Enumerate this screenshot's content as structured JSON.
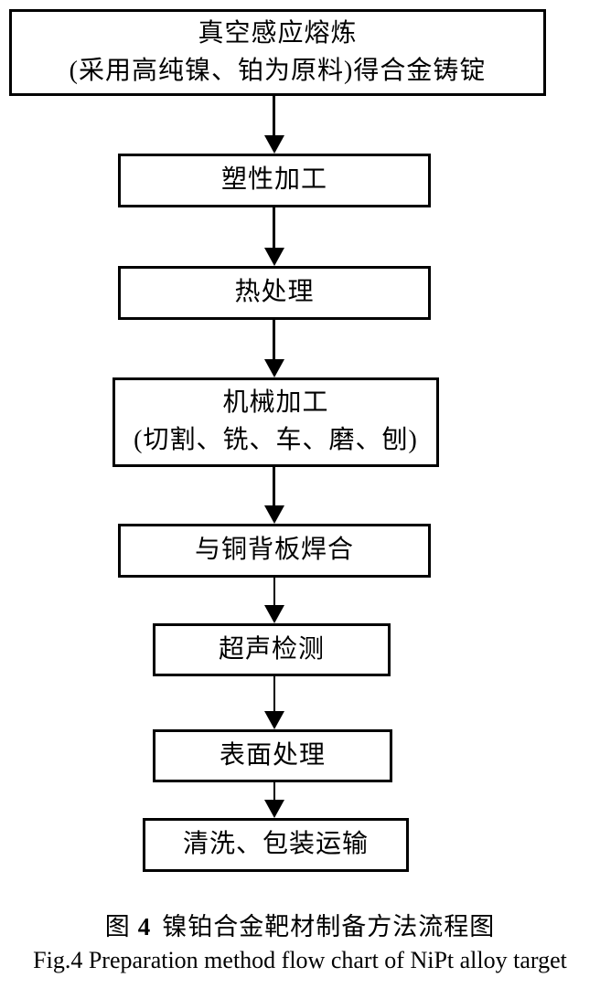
{
  "figure": {
    "colors": {
      "ink": "#000000",
      "background": "#ffffff"
    },
    "steps": [
      {
        "lines": [
          "真空感应熔炼",
          "(采用高纯镍、铂为原料)得合金铸锭"
        ]
      },
      {
        "lines": [
          "塑性加工"
        ]
      },
      {
        "lines": [
          "热处理"
        ]
      },
      {
        "lines": [
          "机械加工",
          "(切割、铣、车、磨、刨)"
        ]
      },
      {
        "lines": [
          "与铜背板焊合"
        ]
      },
      {
        "lines": [
          "超声检测"
        ]
      },
      {
        "lines": [
          "表面处理"
        ]
      },
      {
        "lines": [
          "清洗、包装运输"
        ]
      }
    ],
    "caption_zh": {
      "fig": "图",
      "num": "4",
      "title": "镍铂合金靶材制备方法流程图"
    },
    "caption_en": "Fig.4 Preparation method flow chart of NiPt alloy target"
  }
}
